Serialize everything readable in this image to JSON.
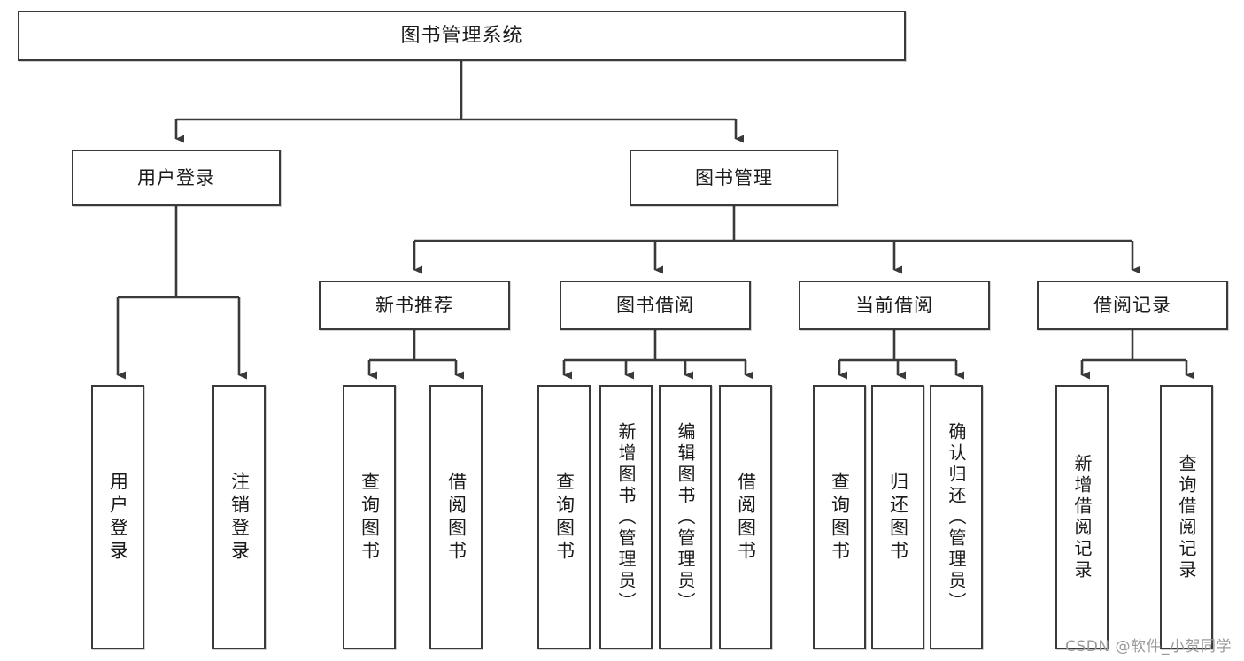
{
  "diagram": {
    "type": "tree-hierarchy-chart",
    "title": "图书管理系统",
    "watermark": "CSDN @软件_小贺同学",
    "colors": {
      "box_border": "#3a3a3a",
      "box_fill": "#ffffff",
      "connector": "#3a3a3a",
      "text": "#1a1a1a",
      "watermark": "#9a9a9a"
    },
    "root": {
      "label": "图书管理系统"
    },
    "level2": [
      {
        "label": "用户登录"
      },
      {
        "label": "图书管理"
      }
    ],
    "level3": [
      {
        "label": "新书推荐"
      },
      {
        "label": "图书借阅"
      },
      {
        "label": "当前借阅"
      },
      {
        "label": "借阅记录"
      }
    ],
    "leaves": {
      "user_login": [
        {
          "label": "用户登录"
        },
        {
          "label": "注销登录"
        }
      ],
      "new_book_recommend": [
        {
          "label": "查询图书"
        },
        {
          "label": "借阅图书"
        }
      ],
      "book_borrow": [
        {
          "label": "查询图书"
        },
        {
          "label": "新增图书（管理员）"
        },
        {
          "label": "编辑图书（管理员）"
        },
        {
          "label": "借阅图书"
        }
      ],
      "current_borrow": [
        {
          "label": "查询图书"
        },
        {
          "label": "归还图书"
        },
        {
          "label": "确认归还（管理员）"
        }
      ],
      "borrow_record": [
        {
          "label": "新增借阅记录"
        },
        {
          "label": "查询借阅记录"
        }
      ]
    }
  }
}
